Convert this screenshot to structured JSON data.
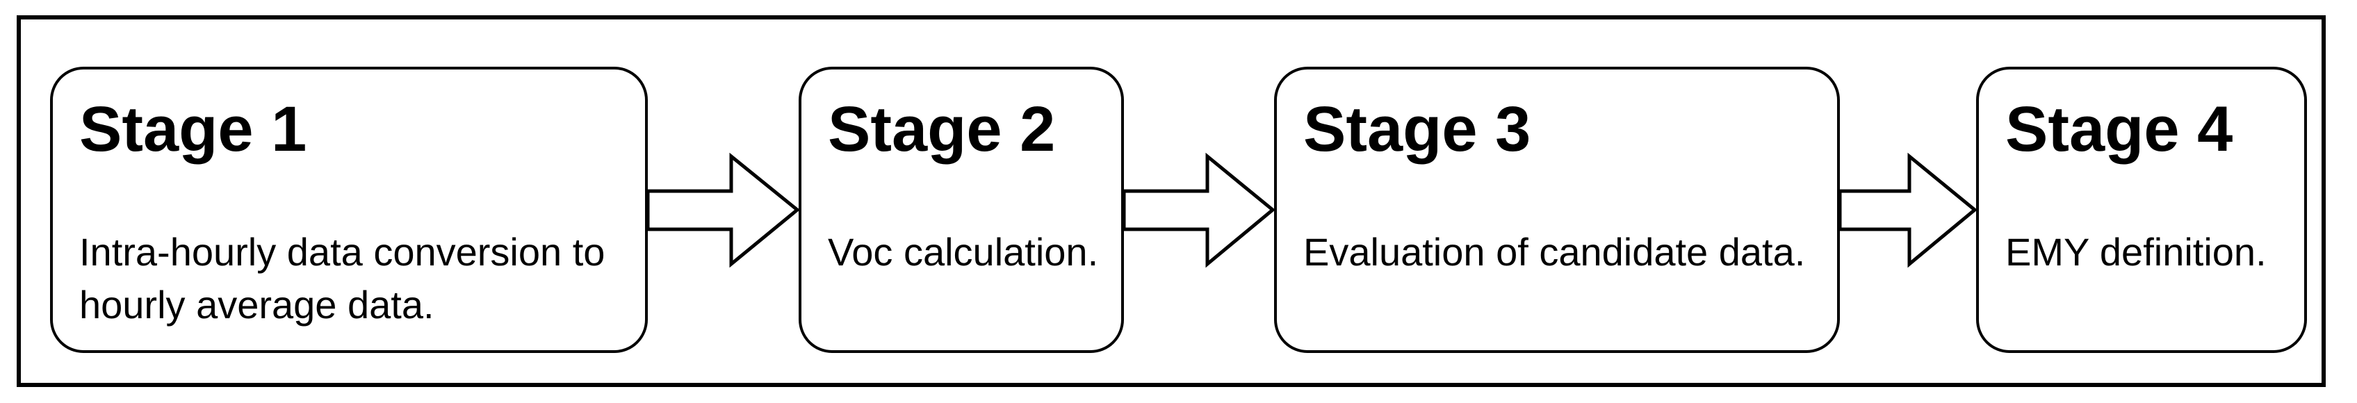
{
  "stages": [
    {
      "title": "Stage 1",
      "description": "Intra-hourly data conversion to\nhourly average data."
    },
    {
      "title": "Stage 2",
      "description": "Voc calculation."
    },
    {
      "title": "Stage 3",
      "description": "Evaluation of candidate data."
    },
    {
      "title": "Stage 4",
      "description": "EMY definition."
    }
  ],
  "colors": {
    "line": "#000000",
    "background": "#ffffff"
  }
}
